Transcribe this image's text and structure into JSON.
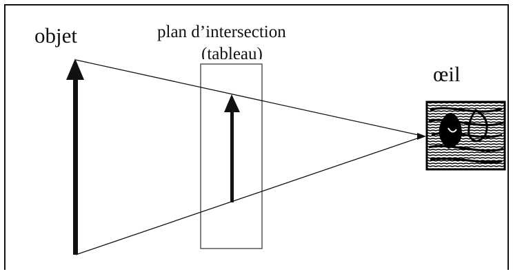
{
  "labels": {
    "object": "objet",
    "plane_line1": "plan d’intersection",
    "plane_line2": "(tableau)",
    "eye": "œil"
  },
  "colors": {
    "ink": "#111111",
    "plane_border": "#555555",
    "background": "#ffffff"
  },
  "icons": {
    "eye_image": "engraved-eye-icon"
  }
}
